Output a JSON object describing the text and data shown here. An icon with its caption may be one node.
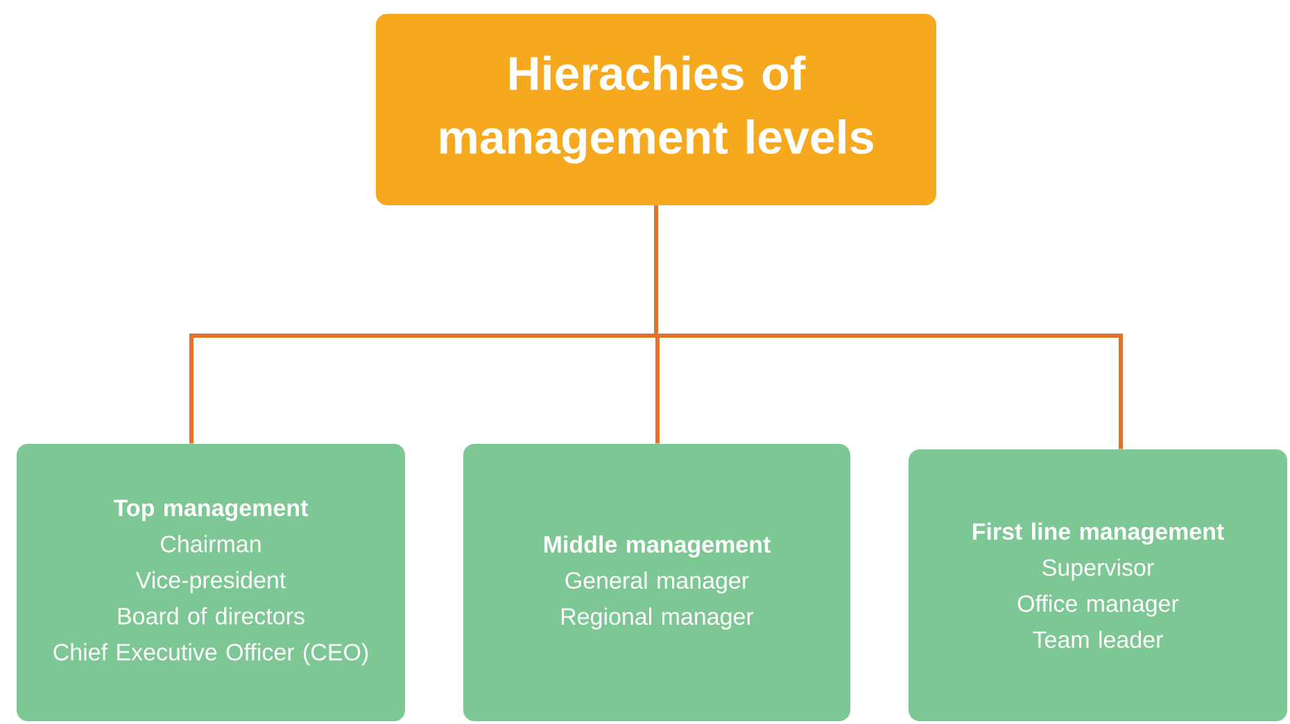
{
  "diagram": {
    "nodes": [
      {
        "text": [
          "Hierachies of management levels"
        ]
      },
      {
        "text": [
          "Top management",
          "Chairman",
          "Vice-president",
          "Board of directors",
          "Chief Executive Officer (CEO)"
        ]
      },
      {
        "text": [
          "Middle management",
          "General manager",
          "Regional manager"
        ]
      },
      {
        "text": [
          "First line management",
          "Supervisor",
          "Office manager",
          "Team leader"
        ]
      }
    ],
    "edges": [
      {
        "from": 0,
        "to": 1,
        "arrow": "none"
      },
      {
        "from": 0,
        "to": 2,
        "arrow": "none"
      },
      {
        "from": 0,
        "to": 3,
        "arrow": "none"
      }
    ]
  }
}
